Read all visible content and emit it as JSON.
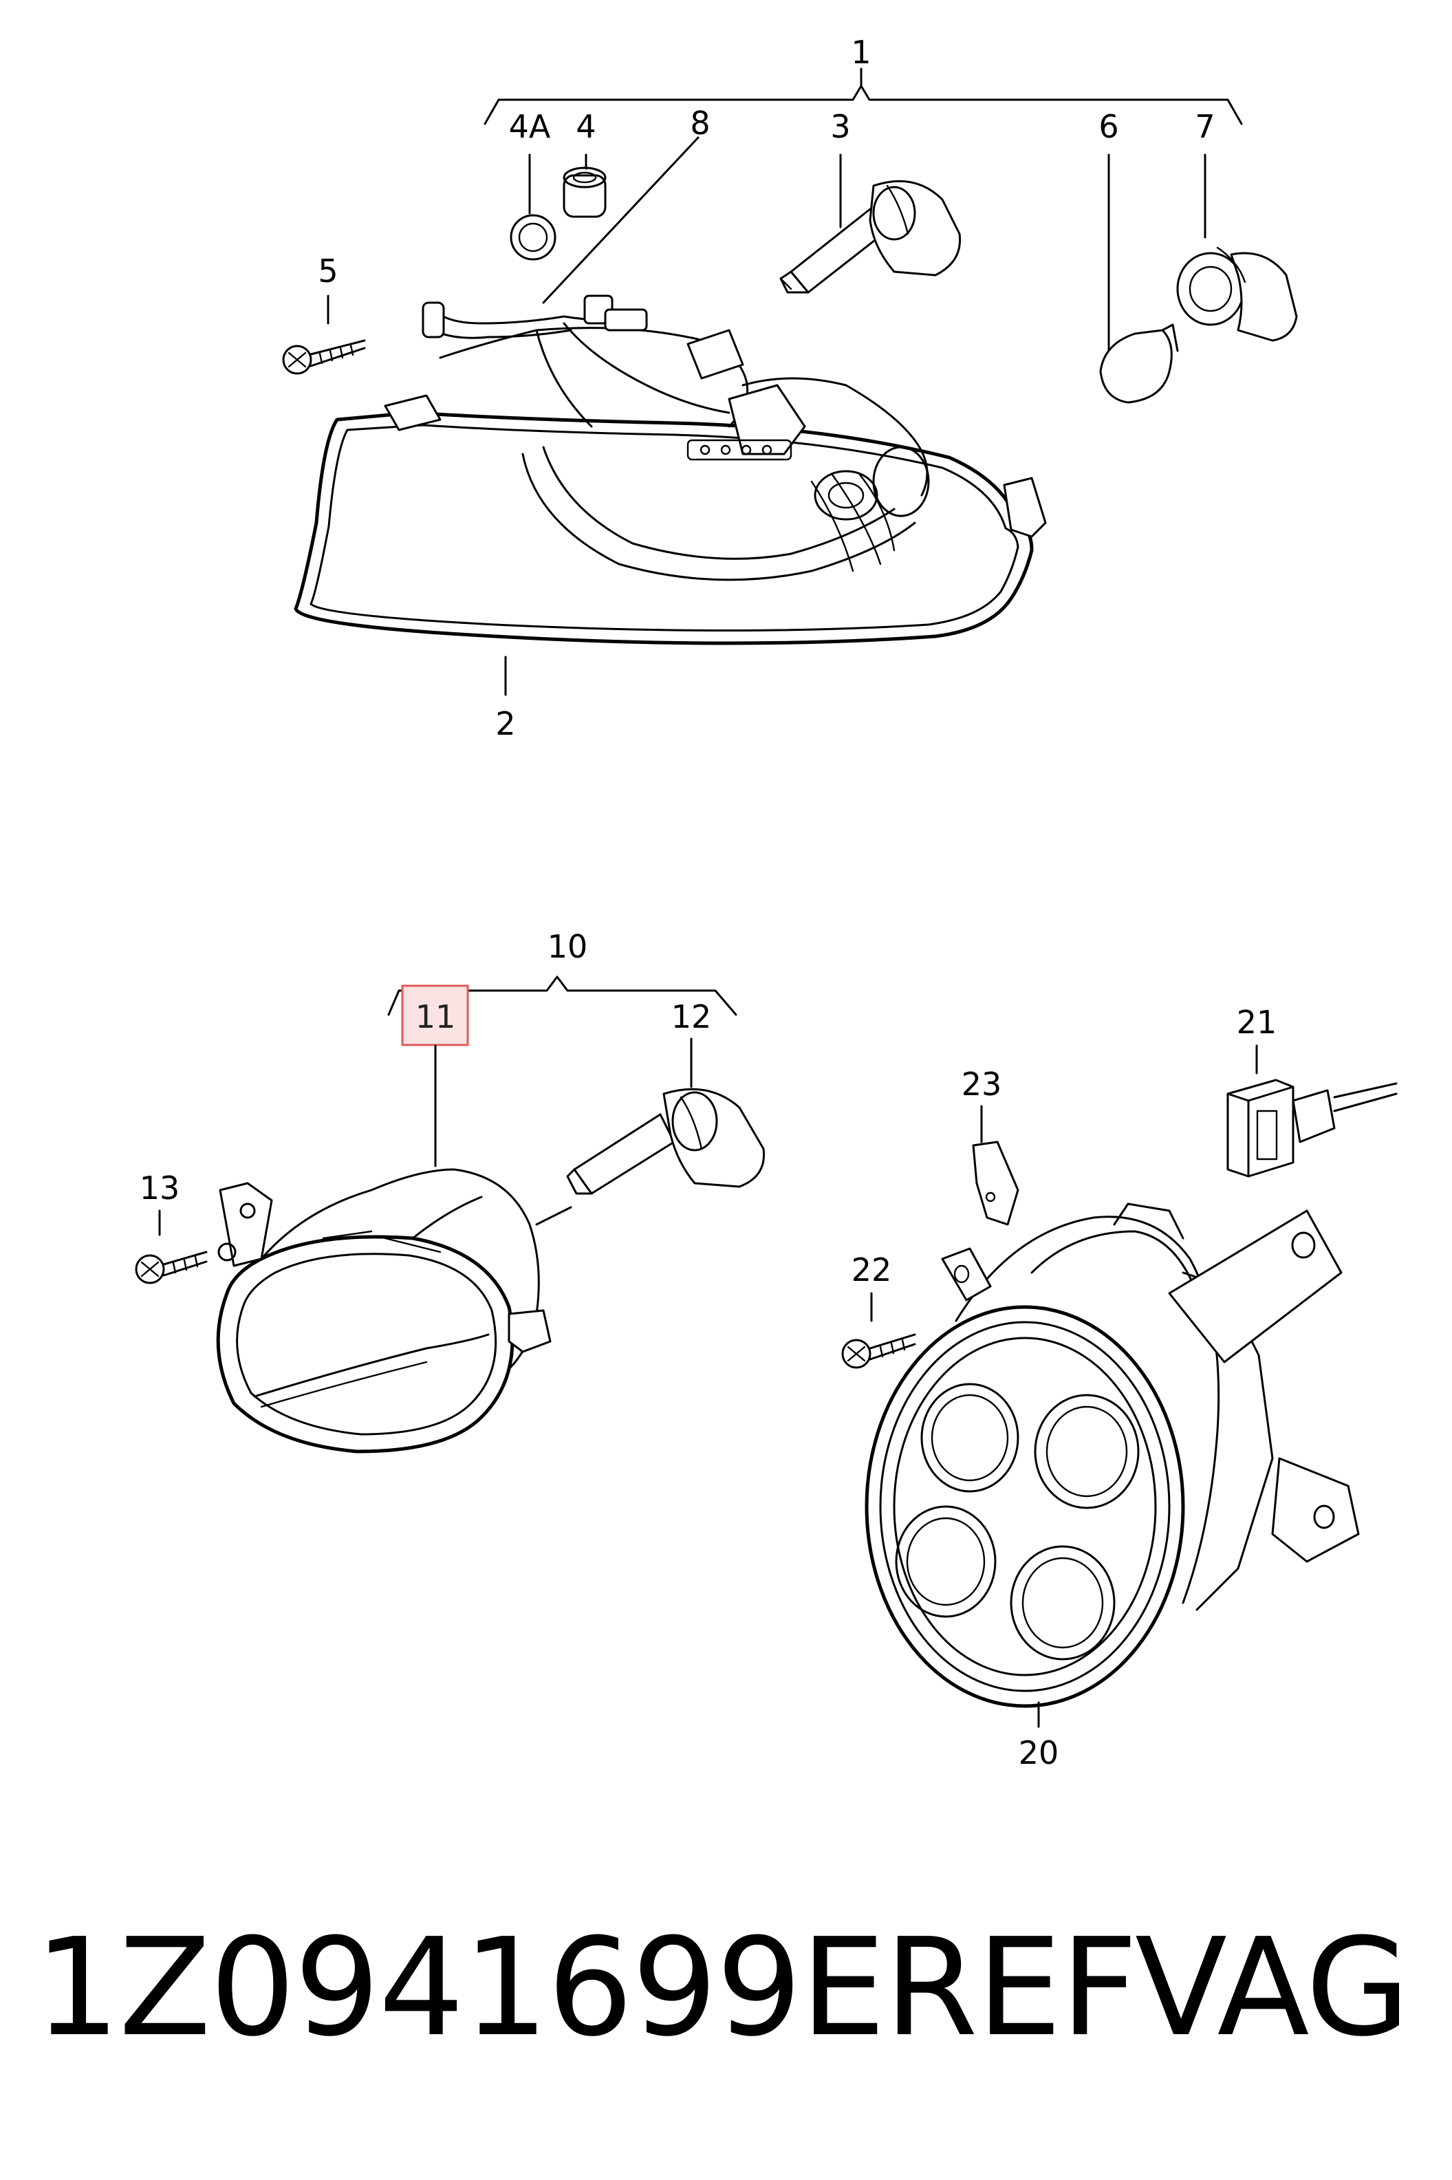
{
  "diagram": {
    "callouts": [
      {
        "id": "c1",
        "label": "1"
      },
      {
        "id": "c4a",
        "label": "4A"
      },
      {
        "id": "c4",
        "label": "4"
      },
      {
        "id": "c8",
        "label": "8"
      },
      {
        "id": "c3",
        "label": "3"
      },
      {
        "id": "c6",
        "label": "6"
      },
      {
        "id": "c7",
        "label": "7"
      },
      {
        "id": "c5",
        "label": "5"
      },
      {
        "id": "c2",
        "label": "2"
      },
      {
        "id": "c10",
        "label": "10"
      },
      {
        "id": "c11",
        "label": "11",
        "highlighted": true
      },
      {
        "id": "c12",
        "label": "12"
      },
      {
        "id": "c13",
        "label": "13"
      },
      {
        "id": "c21",
        "label": "21"
      },
      {
        "id": "c23",
        "label": "23"
      },
      {
        "id": "c22",
        "label": "22"
      },
      {
        "id": "c20",
        "label": "20"
      }
    ],
    "highlight_color": "#e05a5a",
    "highlight_fill": "#fbe3e3"
  },
  "footer": {
    "part_number": "1Z0941699EREF",
    "brand": "VAG"
  }
}
